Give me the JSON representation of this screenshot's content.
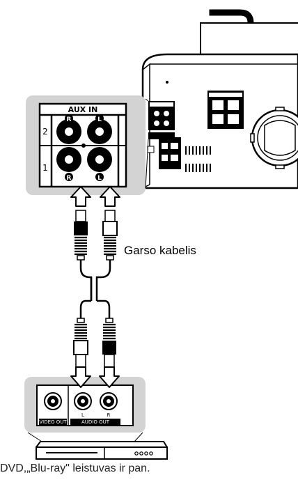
{
  "aux_panel": {
    "title": "AUX IN",
    "row_top": "2",
    "row_bottom": "1",
    "channel_r": "R",
    "channel_l": "L"
  },
  "cable_label": "Garso kabelis",
  "player_panel": {
    "video_out": "VIDEO OUT",
    "audio_out": "AUDIO OUT",
    "channel_l": "L",
    "channel_r": "R"
  },
  "caption": "DVD,„Blu-ray\" leistuvas ir pan."
}
